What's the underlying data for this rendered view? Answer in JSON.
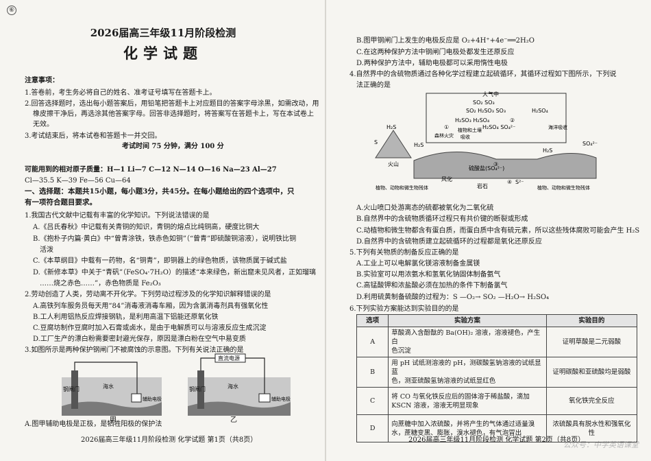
{
  "header": {
    "corner_mark": "⑥",
    "title": "2026届高三年级11月阶段检测",
    "subject": "化学试题"
  },
  "notice": {
    "heading": "注意事项：",
    "items": [
      "1.答卷前，考生务必将自己的姓名、准考证号填写在答题卡上。",
      "2.回答选择题时，选出每小题答案后，用铅笔把答题卡上对应题目的答案字母涂黑，如需改动，用",
      "橡皮擦干净后，再选涂其他答案字母。回答非选择题时，将答案写在答题卡上，写在本试卷上",
      "无效。",
      "3.考试结束后，将本试卷和答题卡一并交回。"
    ],
    "time": "考试时间 75 分钟，满分 100 分"
  },
  "atomic": {
    "line1": "可能用到的相对原子质量：H—1  Li—7  C—12  N—14  O—16  Na—23  Al—27",
    "line2": "Cl—35.5  K—39  Fe—56  Cu—64"
  },
  "section1": {
    "line1": "一、选择题：本题共15小题，每小题3分，共45分。在每小题给出的四个选项中，只",
    "line2": "有一项符合题目要求。"
  },
  "q1": {
    "stem": "1.我国古代文献中记载有丰富的化学知识。下列说法错误的是",
    "A": "A.《吕氏春秋》中记载有关青铜的知识，青铜的熔点比纯铜高，硬度比铜大",
    "B1": "B.《抱朴子内篇·黄白》中“曾青涂铁，铁赤色如铜”（“曾青”即硫酸铜溶液），说明铁比铜",
    "B2": "活泼",
    "C": "C.《本草纲目》中载有一药物，名“铜青”，即铜器上的绿色物质，该物质属于碱式盐",
    "D1": "D.《新修本草》中关于“青矾”（FeSO₄·7H₂O）的描述“本来绿色，新出窟未见风者，正如瑠璃",
    "D2": "……烧之赤色……”，赤色物质是 Fe₂O₃"
  },
  "q2": {
    "stem": "2.劳动创造了人类，劳动离不开化学。下列劳动过程涉及的化学知识解释错误的是",
    "A": "A.高铁列车服务员每天用“84”消毒液消毒车厢，因为含氯消毒剂具有强氧化性",
    "B": "B.工人利用铝热反应焊接钢轨，是利用高温下铝能还原氧化铁",
    "C": "C.豆腐坊制作豆腐时加入石膏或卤水，是由于电解质可以与溶液反应生成沉淀",
    "D": "D.工厂生产的漂白粉需要密封避光保存，原因是漂白粉在空气中易变质"
  },
  "q3": {
    "stem": "3.如图所示是两种保护钢闸门不被腐蚀的示意图。下列有关说法正确的是",
    "fig_left": {
      "gate": "钢闸门",
      "water": "海水",
      "electrode": "辅助电极",
      "caption": "甲"
    },
    "fig_right": {
      "power": "直流电源",
      "gate": "钢闸门",
      "water": "海水",
      "electrode": "辅助电极",
      "caption": "乙"
    },
    "A": "A.图甲辅助电极是正极，是牺牲阳极的保护法",
    "B": "B.图甲钢闸门上发生的电极反应是 O₂+4H⁺+4e⁻══2H₂O",
    "C": "C.在这两种保护方法中钢闸门电极处都发生还原反应",
    "D": "D.两种保护方法中，辅助电极都可以采用惰性电极"
  },
  "q4": {
    "stem1": "4.自然界中的含硫物质通过各种化学过程建立起硫循环，其循环过程如下图所示，下列说",
    "stem2": "法正确的是",
    "diagram": {
      "atmosphere": "大气中",
      "row1": "SO₂  SO₃",
      "row2": "SO₂  H₂SO₃  SO₃",
      "row3": "H₂SO₃  H₂SO₄",
      "row4": "H₂SO₄  SO₄²⁻",
      "row5": "H₂SO₄",
      "volcano": "火山",
      "s": "S",
      "h2s_left": "H₂S",
      "h2s_mid": "H₂S",
      "fire": "森林火灾",
      "plants_soil": "植物和土壤",
      "absorb": "吸收",
      "ocean_absorb": "海洋吸收",
      "sulfate": "SO₄²⁻",
      "sulfate_salt": "硫酸盐(SO₄²⁻)",
      "weathering": "风化",
      "h2s_right": "H₂S",
      "rock": "岩石",
      "s2": "S²⁻",
      "organisms_left": "植物、动物和微生物残体",
      "organisms_right": "植物、动物和微生物残体",
      "circle1": "①",
      "circle2": "②",
      "circle3": "③",
      "circle4": "④"
    },
    "A": "A.火山喷口处游离态的硫都被氧化为二氧化硫",
    "B": "B.自然界中的含硫物质循环过程只有共价键的断裂或形成",
    "C": "C.动植物和微生物都含有蛋白质，而蛋白质中含有硫元素，所以这些残体腐败可能会产生 H₂S",
    "D": "D.自然界中的含硫物质建立起硫循环的过程都是氧化还原反应"
  },
  "q5": {
    "stem": "5.下列有关物质的制备反应正确的是",
    "A": "A.工业上可以电解氯化镁溶液制备金属镁",
    "B": "B.实验室可以用浓氨水和氢氧化钠固体制备氨气",
    "C": "C.高锰酸钾和浓盐酸必须在加热的条件下制备氯气",
    "D": "D.利用硫黄制备硫酸的过程为：S —O₂→ SO₂ —H₂O→ H₂SO₄"
  },
  "q6": {
    "stem": "6.下列实验方案能达到实验目的的是",
    "head": {
      "option": "选项",
      "plan": "实验方案",
      "goal": "实验目的"
    },
    "rows": [
      {
        "opt": "A",
        "plan1": "草酸滴入含酚酞的 Ba(OH)₂ 溶液，溶液褪色，产生白",
        "plan2": "色沉淀",
        "goal": "证明草酸是二元弱酸"
      },
      {
        "opt": "B",
        "plan1": "用 pH 试纸测溶液的 pH，测碳酸氢钠溶液的试纸显蓝",
        "plan2": "色，测亚硫酸氢钠溶液的试纸显红色",
        "goal": "证明碳酸和亚硫酸均是弱酸"
      },
      {
        "opt": "C",
        "plan1": "将 CO 与氧化铁反应后的固体溶于稀盐酸，滴加",
        "plan2": "KSCN 溶液，溶液无明显现象",
        "goal": "氧化铁完全反应"
      },
      {
        "opt": "D",
        "plan1": "向蔗糖中加入浓硫酸，并将产生的气体通过适量溴",
        "plan2": "水，蔗糖变黑、膨胀，溴水褪色，有气泡冒出",
        "goal": "浓硫酸具有脱水性和强氧化性"
      }
    ]
  },
  "footer": {
    "left": "2026届高三年级11月阶段检测  化学试题  第1页（共8页）",
    "right": "2026届高三年级11月阶段检测  化学试题  第2页（共8页）",
    "watermark": "公众号：中学英语课堂"
  }
}
